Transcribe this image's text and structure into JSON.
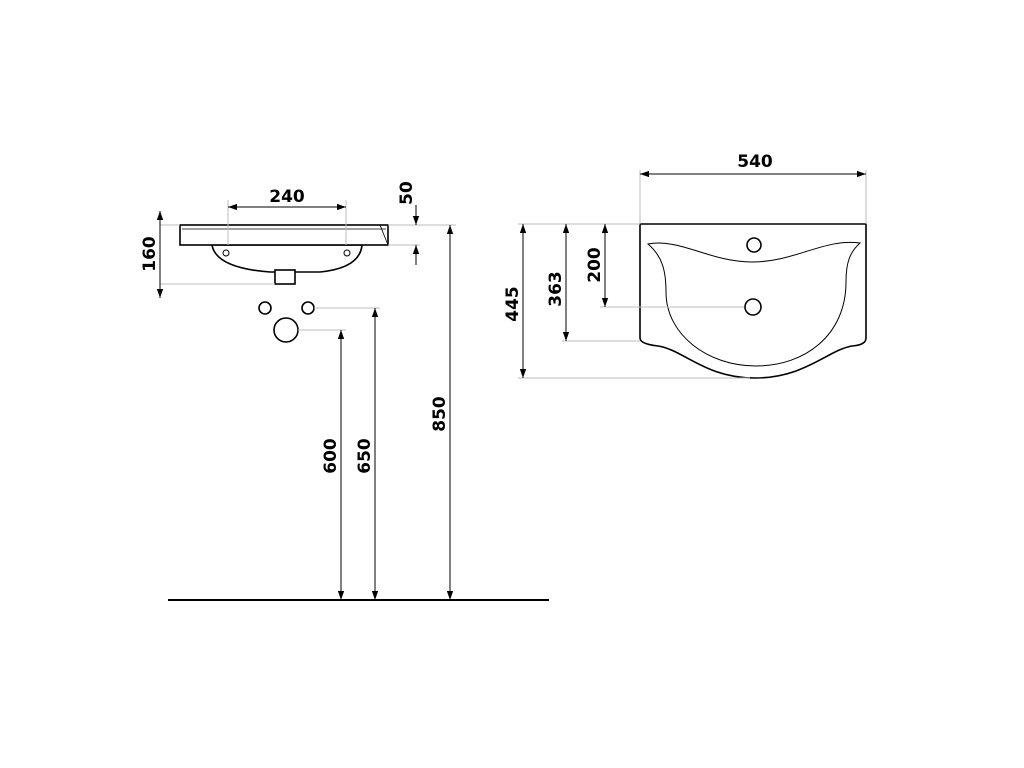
{
  "side_view": {
    "dim_top_width": "240",
    "dim_rim": "50",
    "dim_height": "160",
    "dim_drain_height": "600",
    "dim_supply_height": "650",
    "dim_rim_height": "850"
  },
  "top_view": {
    "dim_width": "540",
    "dim_depth": "445",
    "dim_bowl": "363",
    "dim_tap": "200"
  },
  "colors": {
    "line": "#000000",
    "extension_line": "#bdbdbd",
    "background": "#ffffff"
  }
}
